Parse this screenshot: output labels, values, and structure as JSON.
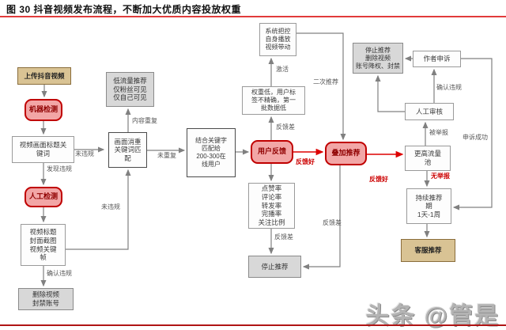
{
  "title": "图 30 抖音视频发布流程，不断加大优质内容投放权重",
  "watermark": "头条 @管是",
  "colors": {
    "title_rule": "#e23b3b",
    "bottom_rule": "#b01515",
    "node_red_fill": "#f2a6a6",
    "node_red_border": "#c00000",
    "node_tan_fill": "#d9c394",
    "node_gray_fill": "#d8d8d8",
    "arrow_gray": "#808080",
    "arrow_red": "#dd0000"
  },
  "nodes": {
    "upload": "上传抖音视频",
    "machine_check": "机器检测",
    "frame_title_keywords": "视频画面标题关\n键词",
    "manual_check": "人工检测",
    "title_cover_keyframes": "视频标题\n封面截图\n视频关键\n帧",
    "delete_video_ban": "删除视频\n封禁账号",
    "low_traffic": "低流量推荐\n仅粉丝可见\n仅自己可见",
    "dedup_match": "画面消重\n关键词匹\n配",
    "match_online_users": "结合关键字\n匹配给\n200-300在\n线用户",
    "system_drive": "系统把控\n自身播放\n视频带动",
    "low_weight": "权重低，用户标\n签不精确，第一\n批数据低",
    "user_feedback": "用户反馈",
    "metrics": "点赞率\n评论率\n转发率\n完播率\n关注比例",
    "stop_recommend": "停止推荐",
    "stacked_recommend": "叠加推荐",
    "punishment": "停止推荐\n删除视频\n账号降权、封禁",
    "author_appeal": "作者申诉",
    "manual_review": "人工审核",
    "higher_pool": "更高流量\n池",
    "recommend_period": "持续推荐\n期\n1天-1周",
    "service_recommend": "客服推荐"
  },
  "edge_labels": {
    "not_violating_1": "未违规",
    "violation_found": "发现违规",
    "not_violating_2": "未违规",
    "confirmed_violation_1": "确认违规",
    "content_duplicate": "内容重复",
    "not_duplicate": "未重复",
    "feedback_bad_1": "反馈差",
    "activate": "激活",
    "second_recommendation": "二次推荐",
    "feedback_good_1": "反馈好",
    "feedback_bad_2": "反馈差",
    "feedback_bad_3": "反馈差",
    "feedback_good_2": "反馈好",
    "reported": "被举报",
    "confirmed_violation_2": "确认违规",
    "appeal_success": "申诉成功",
    "no_report": "无举报"
  }
}
